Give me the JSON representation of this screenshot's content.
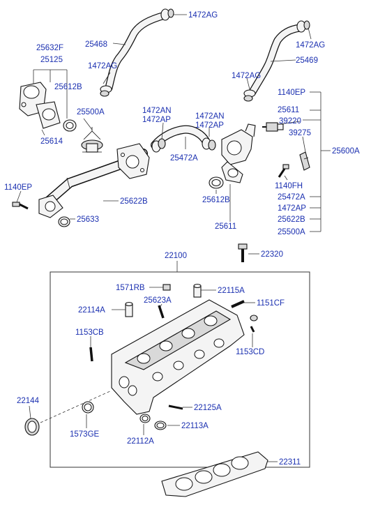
{
  "labels": {
    "l1472AG_a": "1472AG",
    "l25468": "25468",
    "l1472AG_b": "1472AG",
    "l1472AG_c": "1472AG",
    "l1472AG_d": "1472AG",
    "l25469": "25469",
    "l25632F": "25632F",
    "l25125": "25125",
    "l25612B_a": "25612B",
    "l25614": "25614",
    "l25500A": "25500A",
    "l1472AN_a": "1472AN",
    "l1472AP_a": "1472AP",
    "l1472AN_b": "1472AN",
    "l1472AP_b": "1472AP",
    "l25472A_a": "25472A",
    "l1140EP_a": "1140EP",
    "l25611_a": "25611",
    "l39220": "39220",
    "l39275": "39275",
    "l25600A": "25600A",
    "l1140EP_b": "1140EP",
    "l25622B_a": "25622B",
    "l25633": "25633",
    "l25612B_b": "25612B",
    "l25611_b": "25611",
    "l1140FH": "1140FH",
    "l25472A_b": "25472A",
    "l1472AP_c": "1472AP",
    "l25622B_b": "25622B",
    "l25500A_b": "25500A",
    "l22100": "22100",
    "l22320": "22320",
    "l1571RB": "1571RB",
    "l22115A": "22115A",
    "l25623A": "25623A",
    "l22114A": "22114A",
    "l1151CF": "1151CF",
    "l1153CB": "1153CB",
    "l1153CD": "1153CD",
    "l22144": "22144",
    "l22125A": "22125A",
    "l1573GE": "1573GE",
    "l22113A": "22113A",
    "l22112A": "22112A",
    "l22311": "22311"
  }
}
